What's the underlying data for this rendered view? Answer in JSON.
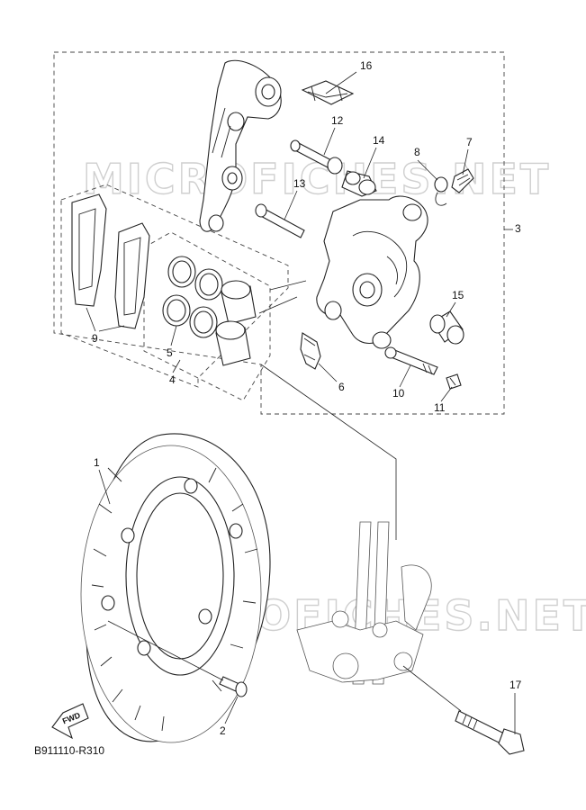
{
  "watermark": "MICROFICHES.NET",
  "diagram_code": "B911110-R310",
  "fwd_label": "FWD",
  "callouts": {
    "c1": "1",
    "c2": "2",
    "c3": "3",
    "c4": "4",
    "c5": "5",
    "c6": "6",
    "c7": "7",
    "c8": "8",
    "c9": "9",
    "c10": "10",
    "c11": "11",
    "c12": "12",
    "c13": "13",
    "c14": "14",
    "c15": "15",
    "c16": "16",
    "c17": "17"
  }
}
